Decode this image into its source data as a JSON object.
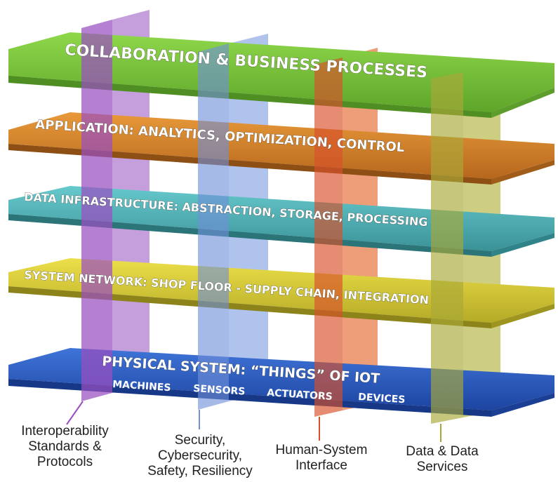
{
  "layers": [
    {
      "id": "collaboration",
      "label": "COLLABORATION & BUSINESS PROCESSES",
      "color": "#7cc63c"
    },
    {
      "id": "application",
      "label": "APPLICATION: ANALYTICS, OPTIMIZATION, CONTROL",
      "color": "#d9872c"
    },
    {
      "id": "data-infrastructure",
      "label": "DATA INFRASTRUCTURE: ABSTRACTION, STORAGE, PROCESSING",
      "color": "#4fb3b8"
    },
    {
      "id": "system-network",
      "label": "SYSTEM NETWORK: SHOP FLOOR - SUPPLY CHAIN, INTEGRATION",
      "color": "#d8cf3a"
    },
    {
      "id": "physical-system",
      "label": "PHYSICAL SYSTEM: “THINGS” OF IOT",
      "color": "#2f5fc0"
    }
  ],
  "physical_items": [
    "MACHINES",
    "SENSORS",
    "ACTUATORS",
    "DEVICES"
  ],
  "pillars": [
    {
      "id": "interoperability",
      "lines": [
        "Interoperability",
        "Standards &",
        "Protocols"
      ],
      "color": "#9a4fc0"
    },
    {
      "id": "security",
      "lines": [
        "Security,",
        "Cybersecurity,",
        "Safety, Resiliency"
      ],
      "color": "#6f8fd8"
    },
    {
      "id": "human-system",
      "lines": [
        "Human-System",
        "Interface"
      ],
      "color": "#d8502a"
    },
    {
      "id": "data-services",
      "lines": [
        "Data & Data",
        "Services"
      ],
      "color": "#a8a838"
    }
  ]
}
